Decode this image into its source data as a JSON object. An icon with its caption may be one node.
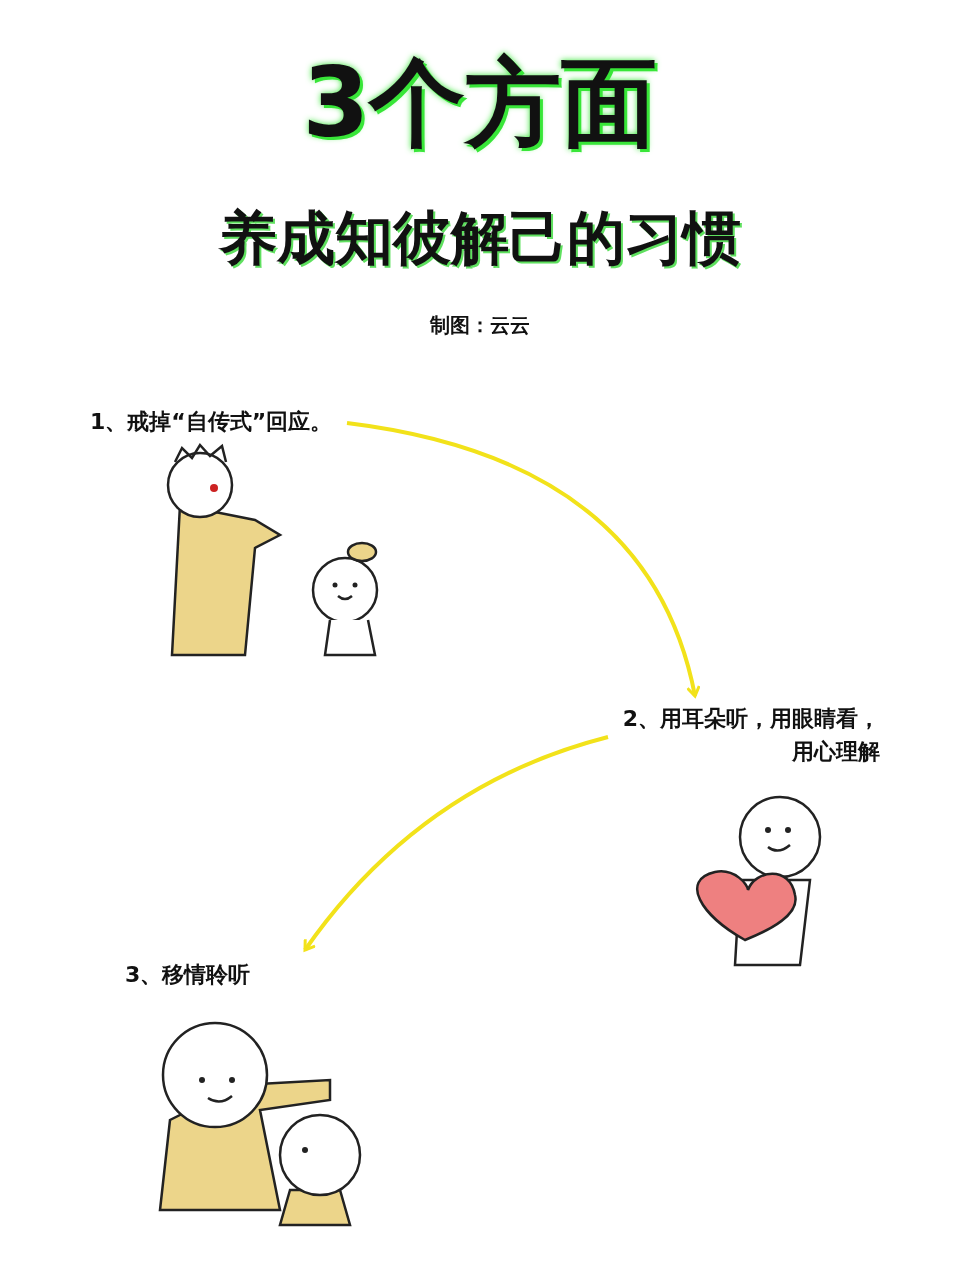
{
  "diagram": {
    "title": "3个方面",
    "nodes": [
      {
        "text": [
          "1、戒掉“自传式”回应。"
        ]
      },
      {
        "text": [
          "2、用耳朵听，用眼睛看，用心理解"
        ]
      },
      {
        "text": [
          "3、移情聆听"
        ]
      }
    ],
    "edges": [
      {
        "from": 0,
        "to": 1,
        "arrow": "to"
      },
      {
        "from": 1,
        "to": 2,
        "arrow": "to"
      }
    ],
    "labels": [
      "养成知彼解己的习惯",
      "制图：云云"
    ]
  }
}
